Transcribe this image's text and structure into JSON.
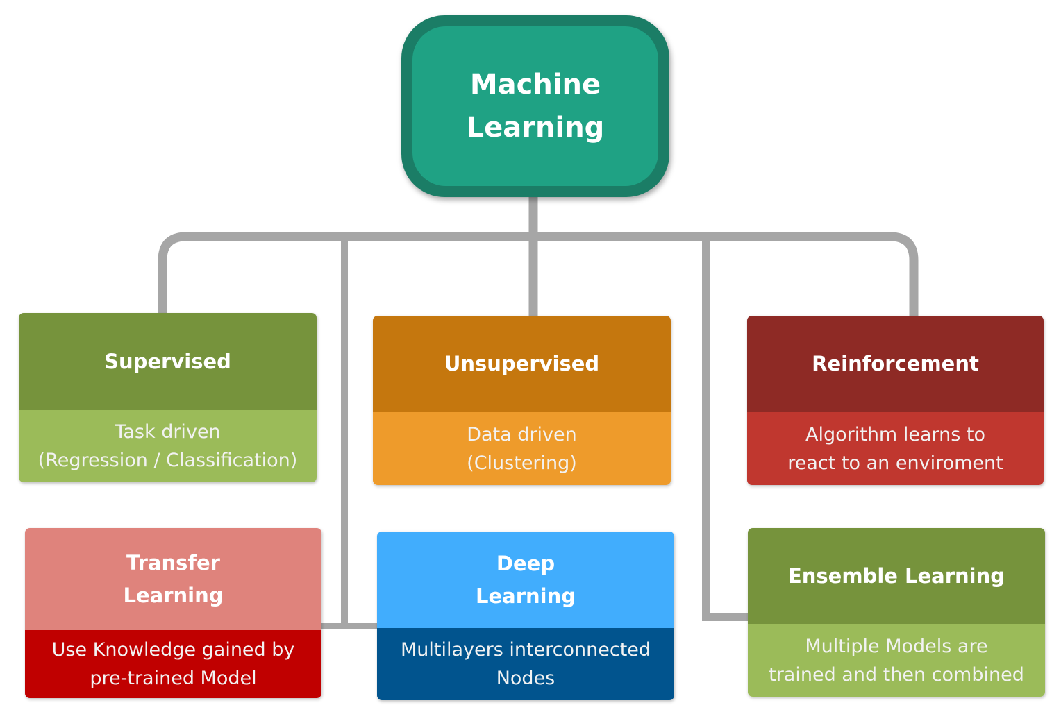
{
  "diagram": {
    "title": "Machine\nLearning",
    "colors": {
      "root_border": "#1b7d66",
      "root_fill": "#1fa284",
      "connector": "#a6a6a6"
    },
    "nodes": [
      {
        "id": "supervised",
        "title": "Supervised",
        "description": "Task driven\n(Regression / Classification)",
        "head_color": "#76933c",
        "body_color": "#9bbb59"
      },
      {
        "id": "unsupervised",
        "title": "Unsupervised",
        "description": "Data driven\n(Clustering)",
        "head_color": "#c5770e",
        "body_color": "#ee9b2b"
      },
      {
        "id": "reinforcement",
        "title": "Reinforcement",
        "description": "Algorithm learns to\nreact to an enviroment",
        "head_color": "#8e2a25",
        "body_color": "#c0372f"
      },
      {
        "id": "transfer",
        "title": "Transfer\nLearning",
        "description": "Use Knowledge gained by\npre-trained Model",
        "head_color": "#df837c",
        "body_color": "#c00000"
      },
      {
        "id": "deep",
        "title": "Deep\nLearning",
        "description": "Multilayers interconnected\nNodes",
        "head_color": "#41adfd",
        "body_color": "#01548e"
      },
      {
        "id": "ensemble",
        "title": "Ensemble Learning",
        "description": "Multiple Models are\ntrained and then combined",
        "head_color": "#76933c",
        "body_color": "#9bbb59"
      }
    ]
  }
}
